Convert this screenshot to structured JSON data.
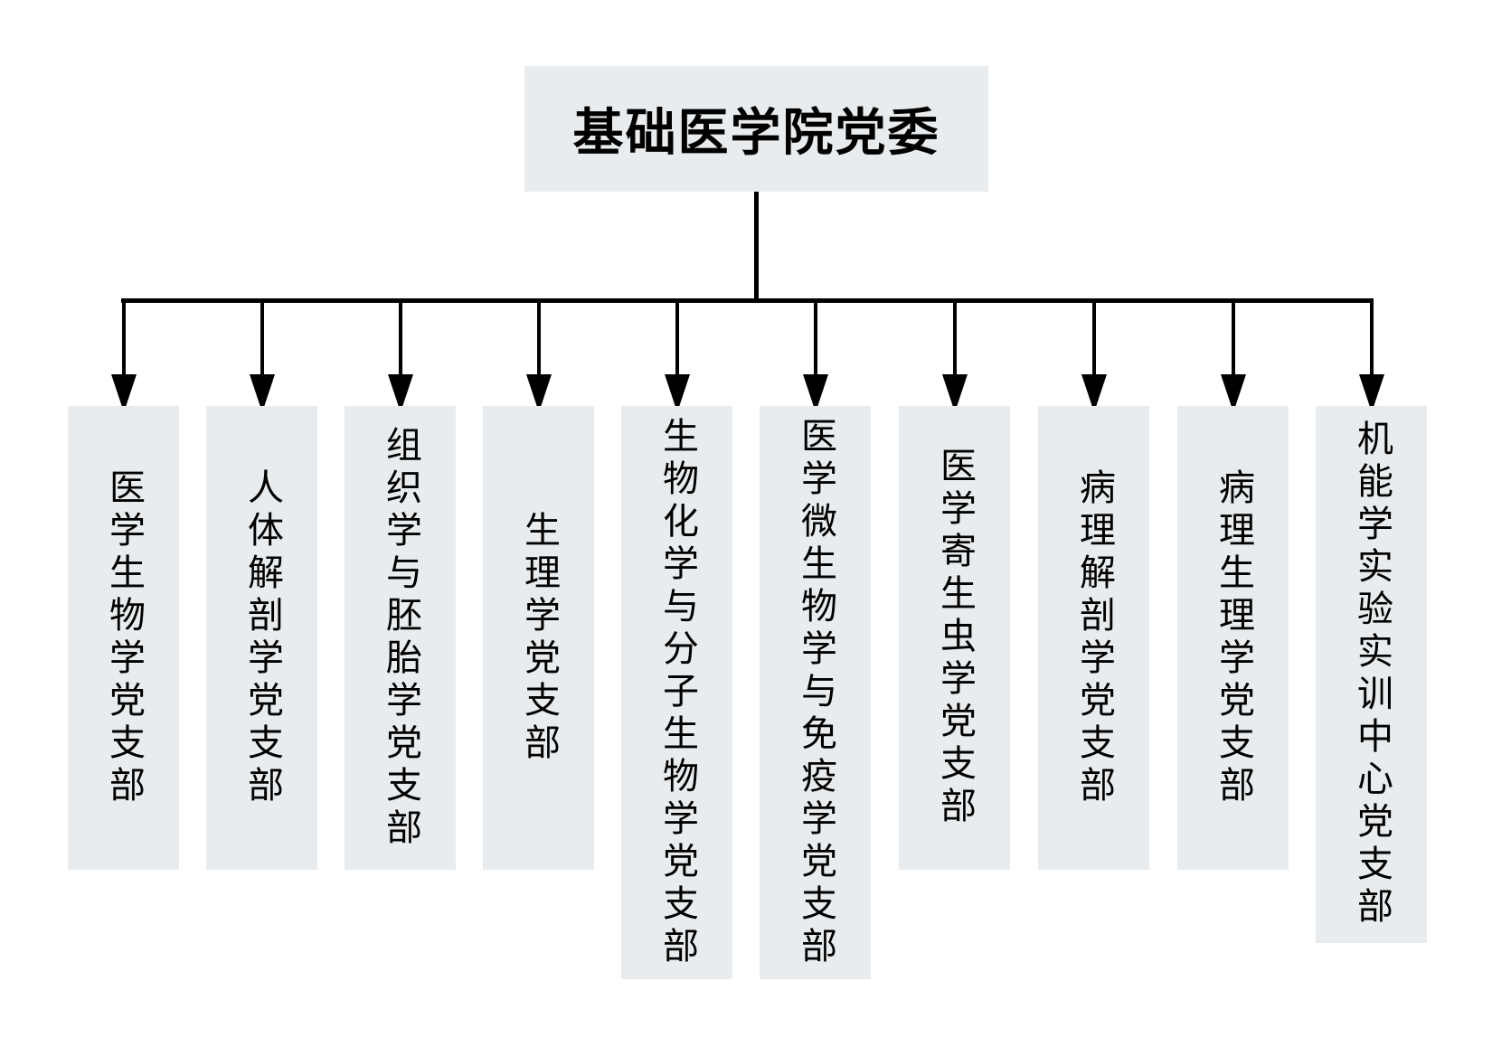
{
  "root": {
    "label": "基础医学院党委"
  },
  "branches": [
    {
      "label": "医学生物学党支部"
    },
    {
      "label": "人体解剖学党支部"
    },
    {
      "label": "组织学与胚胎学党支部"
    },
    {
      "label": "生理学党支部"
    },
    {
      "label": "生物化学与分子生物学党支部"
    },
    {
      "label": "医学微生物学与免疫学党支部"
    },
    {
      "label": "医学寄生虫学党支部"
    },
    {
      "label": "病理解剖学党支部"
    },
    {
      "label": "病理生理学党支部"
    },
    {
      "label": "机能学实验实训中心党支部"
    }
  ],
  "colors": {
    "background": "#ffffff",
    "node_fill": "#e9ecee",
    "line": "#000000",
    "text": "#000000"
  }
}
